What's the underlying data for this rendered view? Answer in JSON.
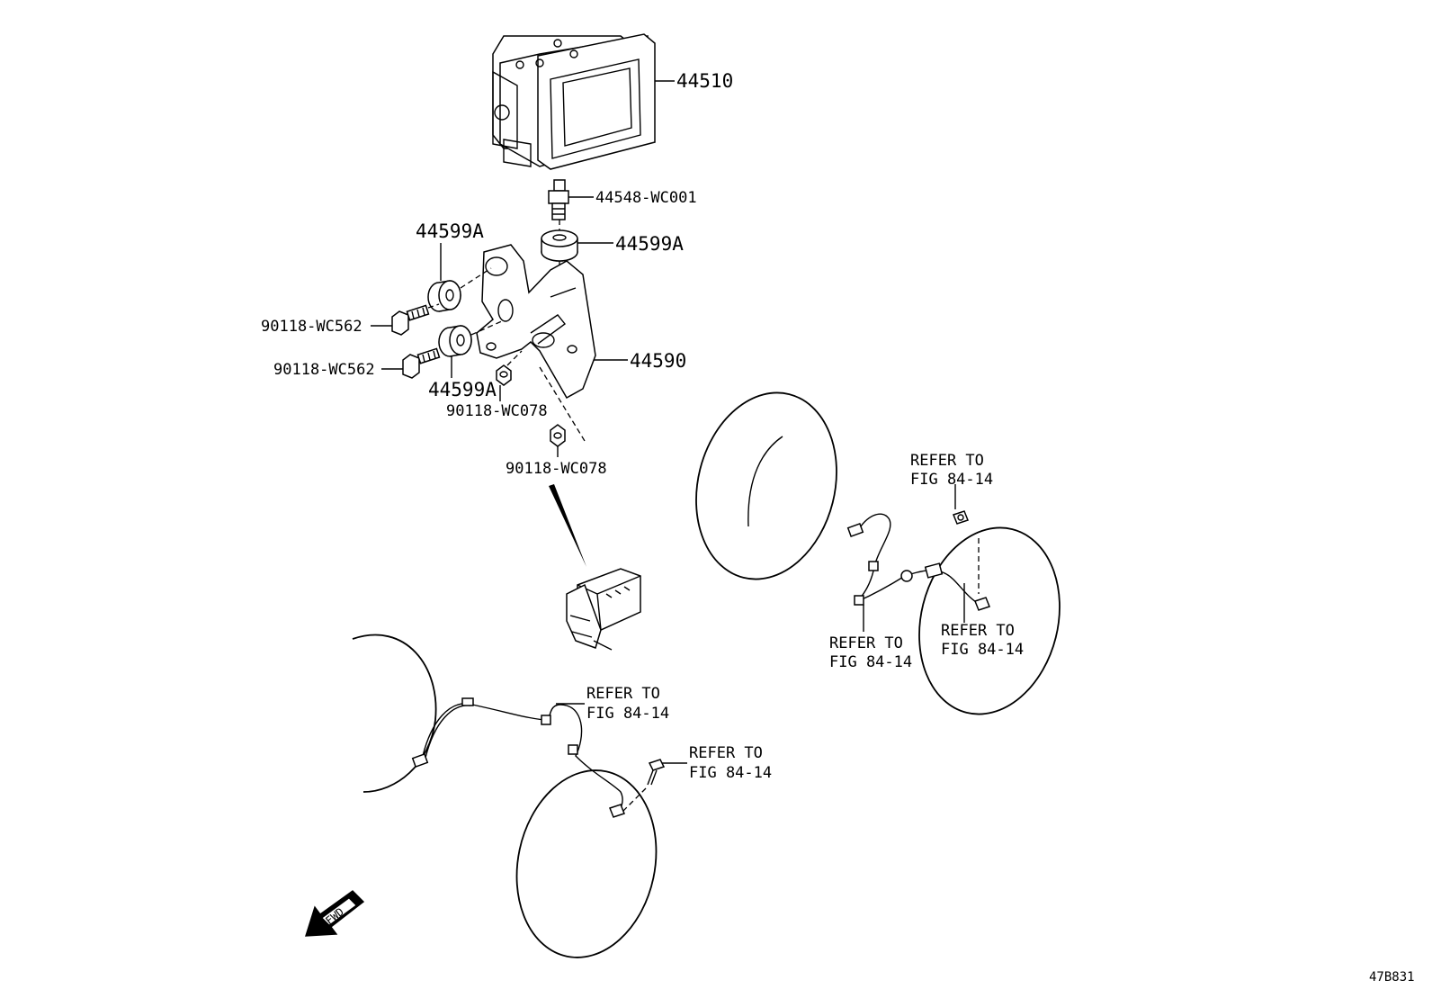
{
  "diagram_id": "47B831",
  "labels": {
    "actuator": "44510",
    "valve": "44548-WC001",
    "cushion_top_left": "44599A",
    "cushion_right": "44599A",
    "cushion_lower": "44599A",
    "bolt_upper": "90118-WC562",
    "bolt_lower": "90118-WC562",
    "bracket": "44590",
    "nut_inner": "90118-WC078",
    "nut_lower": "90118-WC078"
  },
  "refer": {
    "line1": "REFER TO",
    "line2": "FIG 84-14"
  },
  "fwd": "FWD"
}
